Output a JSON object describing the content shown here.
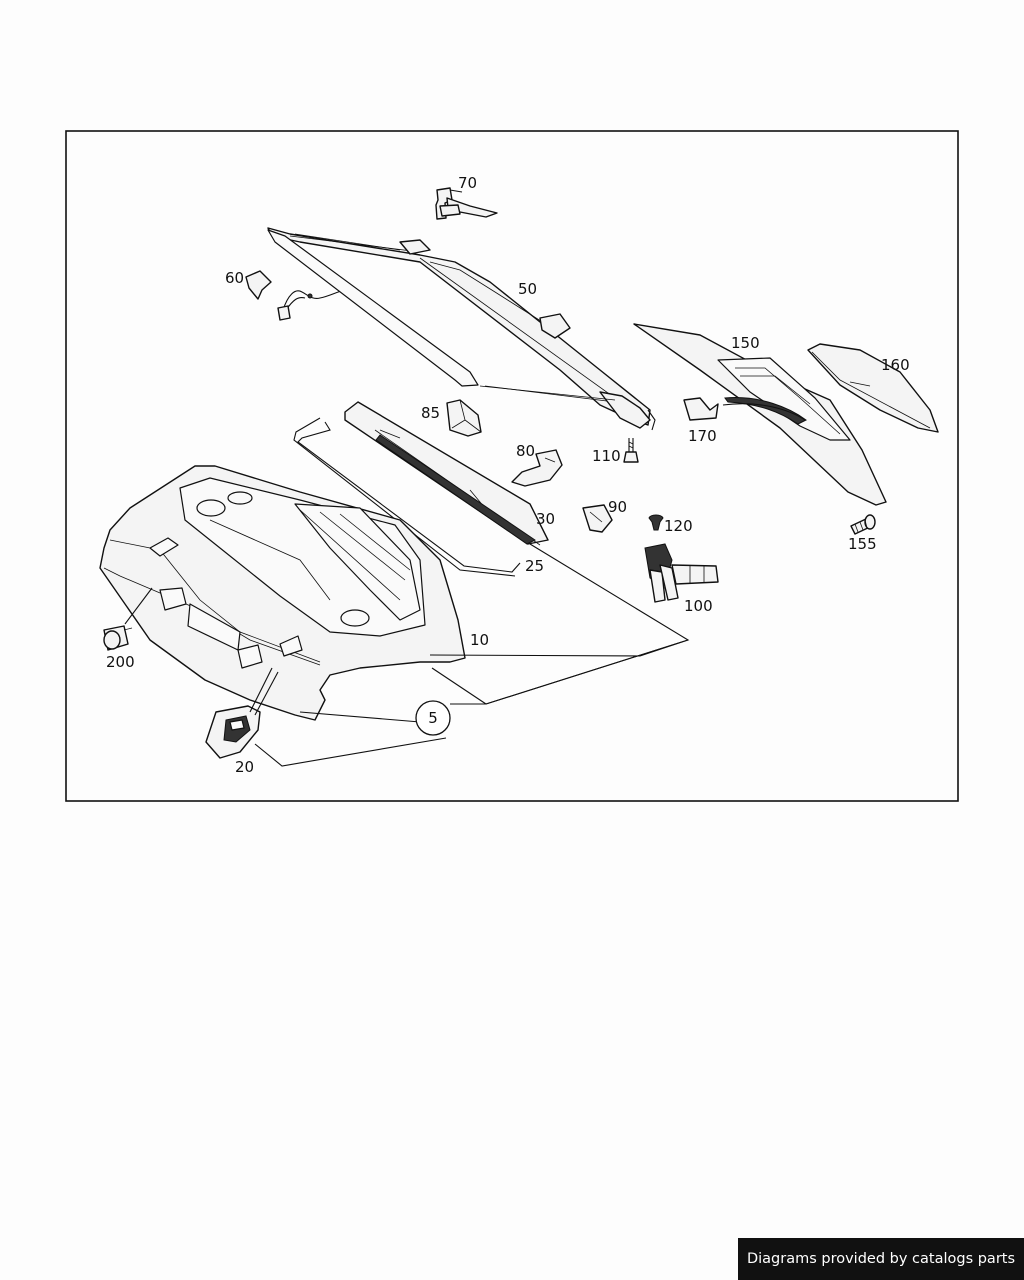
{
  "callouts": {
    "c5": "5",
    "c10": "10",
    "c20": "20",
    "c25": "25",
    "c30": "30",
    "c50": "50",
    "c60": "60",
    "c70": "70",
    "c80": "80",
    "c85": "85",
    "c90": "90",
    "c100": "100",
    "c110": "110",
    "c120": "120",
    "c150": "150",
    "c155": "155",
    "c160": "160",
    "c170": "170",
    "c200": "200"
  },
  "footer": {
    "credit": "Diagrams provided by catalogs parts"
  },
  "colors": {
    "line": "#111111",
    "background": "#fdfdfd",
    "footer_bg": "#111111",
    "footer_text": "#ffffff"
  }
}
